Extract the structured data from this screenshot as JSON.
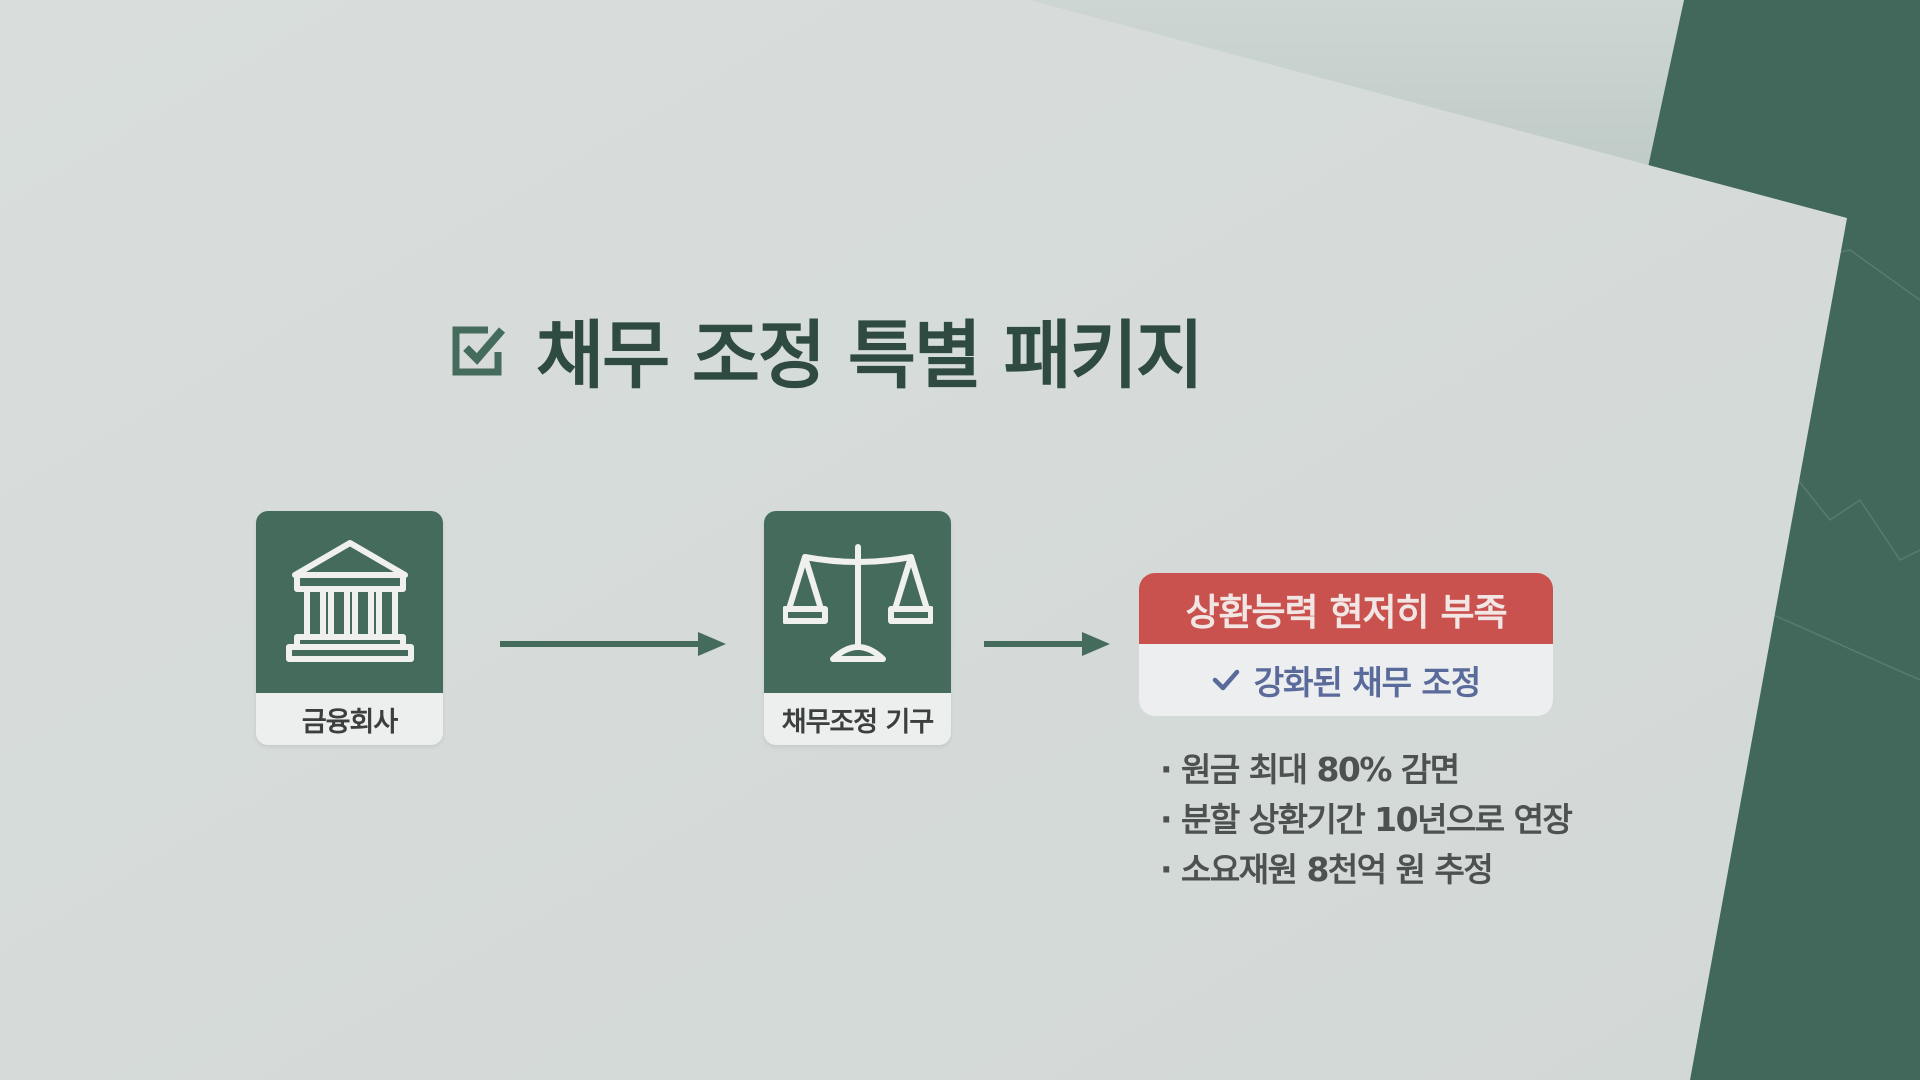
{
  "title": {
    "icon": "checkbox-checked-icon",
    "text": "채무 조정 특별 패키지"
  },
  "flow": {
    "steps": [
      {
        "icon": "bank-building-icon",
        "label": "금융회사"
      },
      {
        "icon": "scale-balance-icon",
        "label": "채무조정 기구"
      }
    ],
    "result": {
      "header": "상환능력 현저히 부족",
      "check_icon": "checkmark-icon",
      "text": "강화된 채무 조정"
    },
    "bullets": [
      "· 원금 최대 80% 감면",
      "· 분할 상환기간 10년으로 연장",
      "· 소요재원 8천억 원 추정"
    ]
  },
  "colors": {
    "green": "#456b5c",
    "red": "#c9524f",
    "blue_text": "#5a6a9a",
    "background_green": "#3f6658"
  }
}
